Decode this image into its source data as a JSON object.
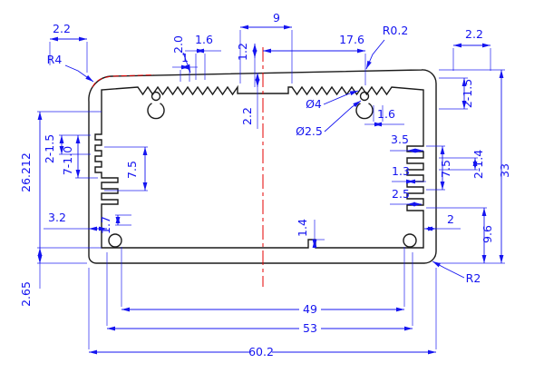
{
  "drawing": {
    "title": "aluminum-extrusion-profile-cross-section",
    "colors": {
      "outline": "#1a1a1a",
      "dimension": "#1414f0",
      "centerline": "#e60000",
      "background": "#ffffff"
    },
    "dims": {
      "d9": "9",
      "d2_2_top_left": "2.2",
      "dR4": "R4",
      "d2_0": "2.0",
      "d1_6_top": "1.6",
      "d1": "1",
      "d1_2": "1.2",
      "d17_6": "17.6",
      "dR0_2": "R0.2",
      "d2_2_top_right": "2.2",
      "d2_1_5_right": "2-1.5",
      "d33": "33",
      "d1_6_right": "1.6",
      "dia4": "Ø4",
      "dia2_5": "Ø2.5",
      "d3_5": "3.5",
      "d2_1_4": "2-1.4",
      "d7_5_right": "7.5",
      "d1_3": "1.3",
      "d2_5": "2.5",
      "d2": "2",
      "d9_6": "9.6",
      "dR2": "R2",
      "d2_1_5_left": "2-1.5",
      "d7_1_0": "7-1.0",
      "d26_212": "26.212",
      "d7_5_left": "7.5",
      "d3_2": "3.2",
      "d1_7": "1.7",
      "d2_65": "2.65",
      "d2_2_center": "2.2",
      "d1_4": "1.4",
      "d49": "49",
      "d53": "53",
      "d60_2": "60.2"
    }
  }
}
